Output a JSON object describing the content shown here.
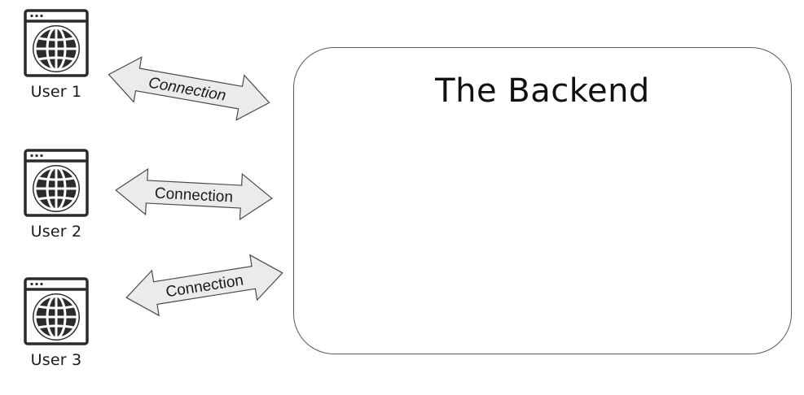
{
  "users": [
    {
      "label": "User 1",
      "icon": "browser-globe-icon"
    },
    {
      "label": "User 2",
      "icon": "browser-globe-icon"
    },
    {
      "label": "User 3",
      "icon": "browser-globe-icon"
    }
  ],
  "connections": [
    {
      "label": "Connection"
    },
    {
      "label": "Connection"
    },
    {
      "label": "Connection"
    }
  ],
  "backend": {
    "title": "The Backend"
  },
  "colors": {
    "arrow_fill": "#ebebeb",
    "arrow_stroke": "#4a4a4a",
    "icon_stroke": "#2b2b2b",
    "box_stroke": "#5a5a5a"
  }
}
